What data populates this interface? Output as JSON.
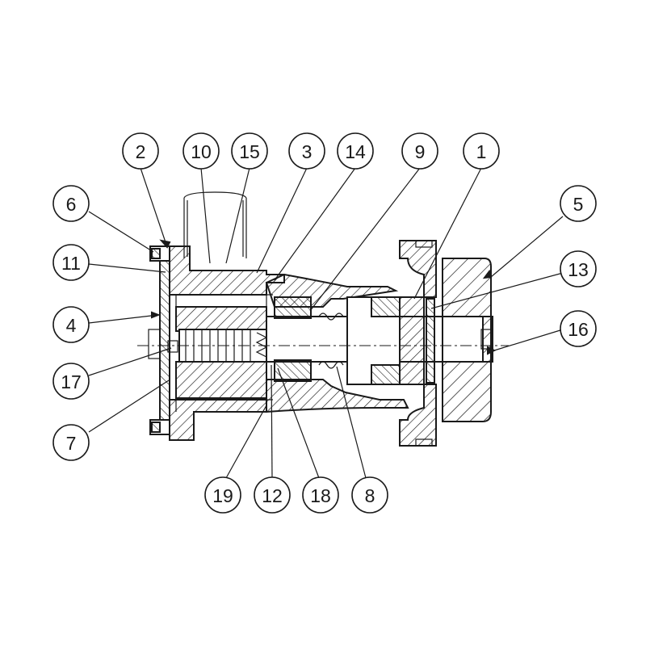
{
  "callouts": [
    {
      "id": "2",
      "label": "2"
    },
    {
      "id": "10",
      "label": "10"
    },
    {
      "id": "15",
      "label": "15"
    },
    {
      "id": "3",
      "label": "3"
    },
    {
      "id": "14",
      "label": "14"
    },
    {
      "id": "9",
      "label": "9"
    },
    {
      "id": "1",
      "label": "1"
    },
    {
      "id": "6",
      "label": "6"
    },
    {
      "id": "5",
      "label": "5"
    },
    {
      "id": "11",
      "label": "11"
    },
    {
      "id": "13",
      "label": "13"
    },
    {
      "id": "4",
      "label": "4"
    },
    {
      "id": "16",
      "label": "16"
    },
    {
      "id": "17",
      "label": "17"
    },
    {
      "id": "7",
      "label": "7"
    },
    {
      "id": "19",
      "label": "19"
    },
    {
      "id": "12",
      "label": "12"
    },
    {
      "id": "18",
      "label": "18"
    },
    {
      "id": "8",
      "label": "8"
    }
  ],
  "colors": {
    "line": "#1a1a1a",
    "background": "#ffffff",
    "hatch": "#1a1a1a"
  }
}
